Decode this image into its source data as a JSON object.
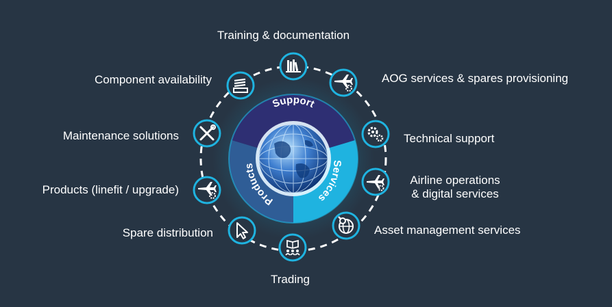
{
  "hub": {
    "segments": [
      {
        "label": "Support",
        "color": "#2e2f73"
      },
      {
        "label": "Services",
        "color": "#1fb3e0"
      },
      {
        "label": "Products",
        "color": "#2f5d96"
      }
    ],
    "center_icon": "globe-icon"
  },
  "nodes": [
    {
      "label": "Training & documentation",
      "icon": "books-icon"
    },
    {
      "label": "AOG services & spares provisioning",
      "icon": "plane-gear-icon"
    },
    {
      "label": "Technical support",
      "icon": "gears-icon"
    },
    {
      "label": "Airline operations",
      "label2": "& digital services",
      "icon": "plane-icon"
    },
    {
      "label": "Asset management services",
      "icon": "globe-magnifier-icon"
    },
    {
      "label": "Trading",
      "icon": "people-book-icon"
    },
    {
      "label": "Spare distribution",
      "icon": "cursor-icon"
    },
    {
      "label": "Products (linefit / upgrade)",
      "icon": "plane-gear-icon"
    },
    {
      "label": "Maintenance solutions",
      "icon": "tools-icon"
    },
    {
      "label": "Component availability",
      "icon": "stack-icon"
    }
  ],
  "colors": {
    "background": "#273544",
    "accent": "#1fb3e0",
    "ring": "#ffffff"
  }
}
